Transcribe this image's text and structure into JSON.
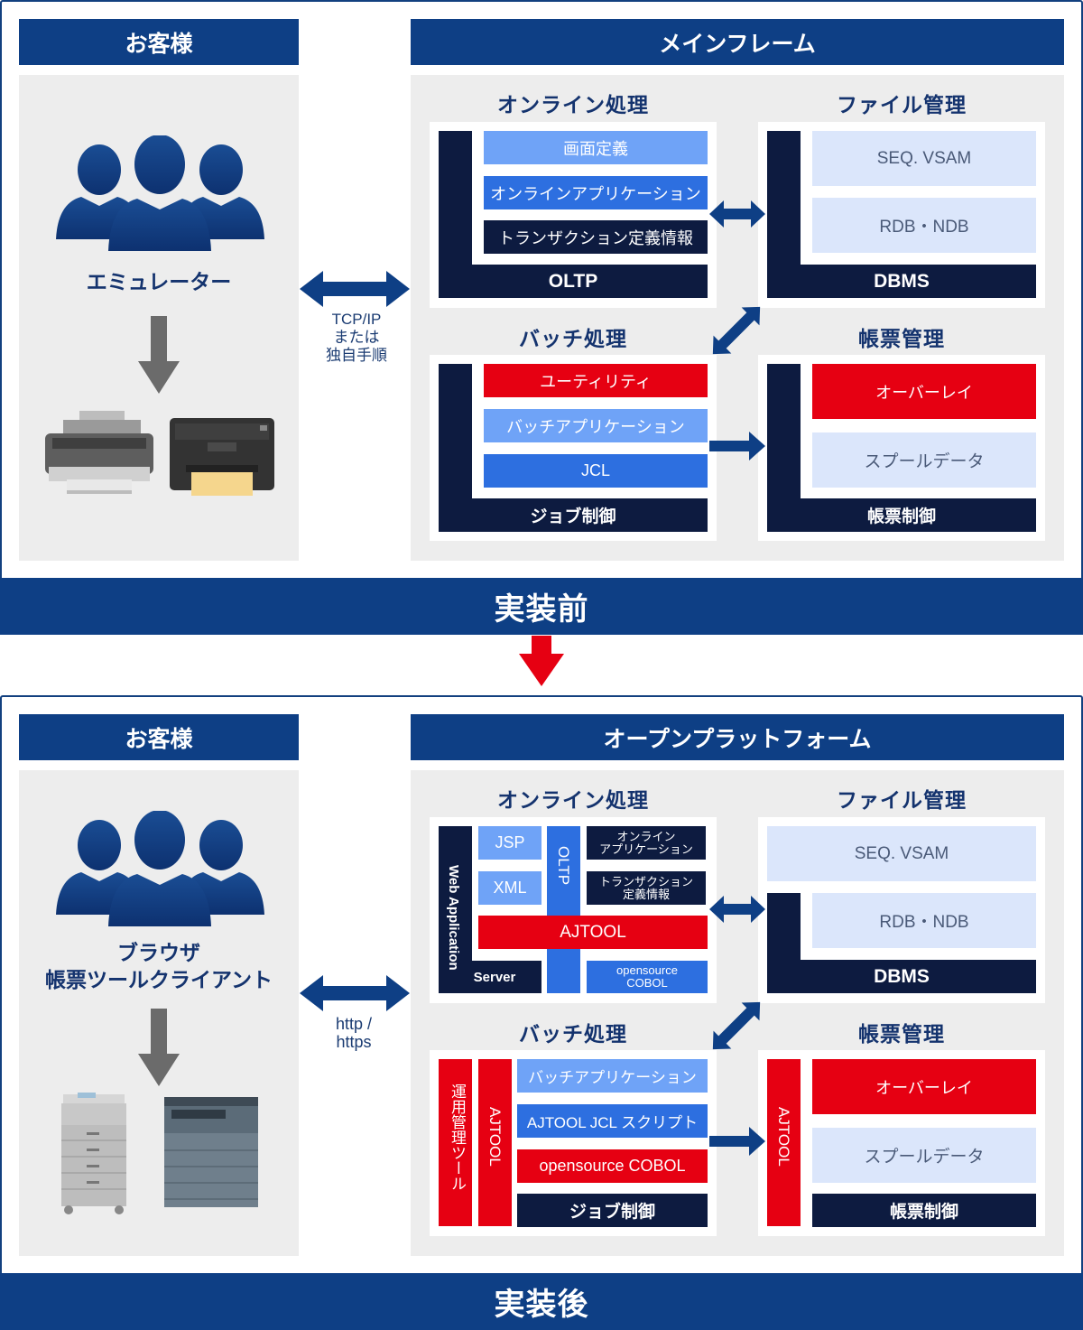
{
  "before": {
    "customer_header": "お客様",
    "platform_header": "メインフレーム",
    "customer_label": "エミュレーター",
    "connector_lines": [
      "TCP/IP",
      "または",
      "独自手順"
    ],
    "footer": "実装前",
    "online": {
      "title": "オンライン処理",
      "items": [
        "画面定義",
        "オンラインアプリケーション",
        "トランザクション定義情報"
      ],
      "base": "OLTP"
    },
    "file": {
      "title": "ファイル管理",
      "items": [
        "SEQ. VSAM",
        "RDB・NDB"
      ],
      "base": "DBMS"
    },
    "batch": {
      "title": "バッチ処理",
      "items": [
        "ユーティリティ",
        "バッチアプリケーション",
        "JCL"
      ],
      "base": "ジョブ制御"
    },
    "forms": {
      "title": "帳票管理",
      "items": [
        "オーバーレイ",
        "スプールデータ"
      ],
      "base": "帳票制御"
    }
  },
  "after": {
    "customer_header": "お客様",
    "platform_header": "オープンプラットフォーム",
    "customer_label_lines": [
      "ブラウザ",
      "帳票ツールクライアント"
    ],
    "connector_lines": [
      "http /",
      "https"
    ],
    "footer": "実装後",
    "online": {
      "title": "オンライン処理",
      "web_app": "Web Application",
      "server": "Server",
      "jsp": "JSP",
      "xml": "XML",
      "oltp": "OLTP",
      "online_app_lines": [
        "オンライン",
        "アプリケーション"
      ],
      "tx_lines": [
        "トランザクション",
        "定義情報"
      ],
      "ajtool": "AJTOOL",
      "cobol_lines": [
        "opensource",
        "COBOL"
      ]
    },
    "file": {
      "title": "ファイル管理",
      "items": [
        "SEQ. VSAM",
        "RDB・NDB"
      ],
      "base": "DBMS"
    },
    "batch": {
      "title": "バッチ処理",
      "ops_tool": "運用管理ツール",
      "ajtool": "AJTOOL",
      "items": [
        "バッチアプリケーション",
        "AJTOOL JCL スクリプト",
        "opensource COBOL"
      ],
      "base": "ジョブ制御"
    },
    "forms": {
      "title": "帳票管理",
      "ajtool": "AJTOOL",
      "items": [
        "オーバーレイ",
        "スプールデータ"
      ],
      "base": "帳票制御"
    }
  },
  "icons": [
    "users-icon",
    "printer-icon",
    "down-arrow-icon",
    "double-arrow-icon",
    "multifunction-printer-icon",
    "copier-icon"
  ],
  "colors": {
    "navy": "#0e3f85",
    "dark": "#0d1b40",
    "red": "#e60012",
    "light_blue": "#6fa3f7",
    "mid_blue": "#2d6fe0",
    "pale_blue": "#dbe6fb"
  }
}
